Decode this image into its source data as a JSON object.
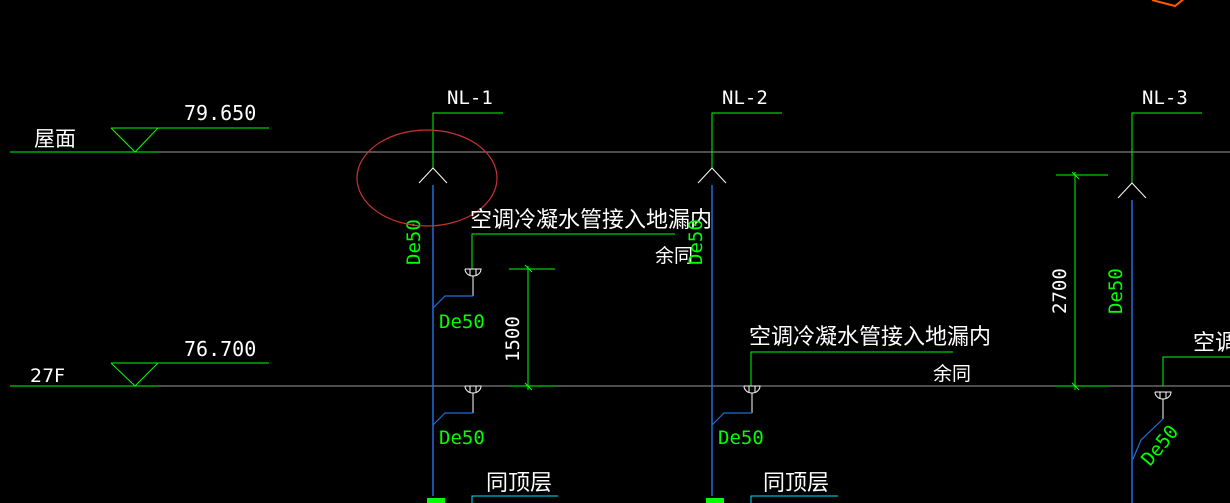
{
  "canvas": {
    "background": "#000000",
    "colors": {
      "level_line": "#a0a0a0",
      "green": "#00ff00",
      "blue_pipe": "#1e6fdc",
      "white": "#ffffff",
      "cyan": "#00e5ff",
      "red_markup": "#c83232",
      "orange": "#ff5a00"
    }
  },
  "levels": [
    {
      "name": "屋面",
      "elevation": "79.650"
    },
    {
      "name": "27F",
      "elevation": "76.700"
    }
  ],
  "risers": [
    {
      "id": "NL-1",
      "size": "De50"
    },
    {
      "id": "NL-2",
      "size": "De50"
    },
    {
      "id": "NL-3",
      "size": "De50"
    }
  ],
  "branches": [
    {
      "label": "De50"
    },
    {
      "label": "De50"
    },
    {
      "label": "De50"
    },
    {
      "label": "De50"
    }
  ],
  "notes": {
    "connect_to_floor_drain": "空调冷凝水管接入地漏内",
    "connect_to_floor_drain_partial": "空调",
    "same_as_top": "同顶层",
    "remainder_note": "余同"
  },
  "dimensions": {
    "d1": "1500",
    "d2": "2700"
  }
}
